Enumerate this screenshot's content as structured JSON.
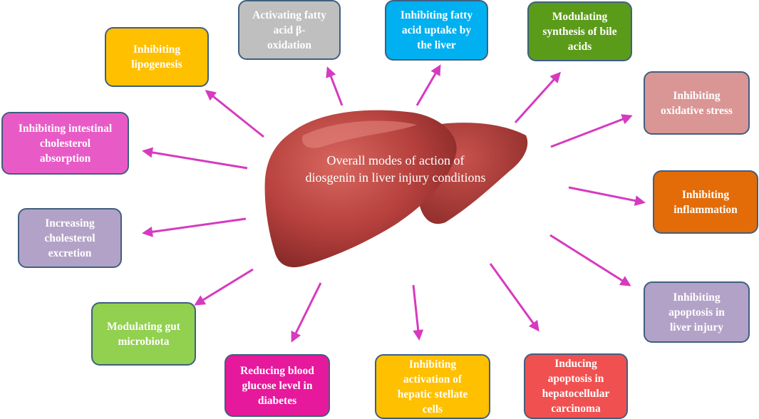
{
  "center": {
    "line1": "Overall modes of action of",
    "line2": "diosgenin in liver injury conditions"
  },
  "boxes": [
    {
      "id": "lipogenesis",
      "lines": [
        "Inhibiting",
        "lipogenesis"
      ],
      "color": "#ffc000"
    },
    {
      "id": "beta-oxidation",
      "lines": [
        "Activating fatty",
        "acid β-",
        "oxidation"
      ],
      "color": "#bfbfbf"
    },
    {
      "id": "fatty-acid-uptake",
      "lines": [
        "Inhibiting  fatty",
        "acid uptake by",
        "the liver"
      ],
      "color": "#00b0f0"
    },
    {
      "id": "bile-acids",
      "lines": [
        "Modulating",
        "synthesis of bile",
        "acids"
      ],
      "color": "#5b9b1a"
    },
    {
      "id": "oxidative-stress",
      "lines": [
        "Inhibiting",
        "oxidative stress"
      ],
      "color": "#d99694"
    },
    {
      "id": "inflammation",
      "lines": [
        "Inhibiting",
        "inflammation"
      ],
      "color": "#e36c09"
    },
    {
      "id": "apoptosis-liver-injury",
      "lines": [
        "Inhibiting",
        "apoptosis in",
        "liver injury"
      ],
      "color": "#b3a2c7"
    },
    {
      "id": "apoptosis-hcc",
      "lines": [
        "Inducing",
        "apoptosis in",
        "hepatocellular",
        "carcinoma"
      ],
      "color": "#f05050"
    },
    {
      "id": "hepatic-stellate",
      "lines": [
        "Inhibiting",
        "activation of",
        "hepatic stellate",
        "cells"
      ],
      "color": "#ffc000"
    },
    {
      "id": "blood-glucose",
      "lines": [
        "Reducing blood",
        "glucose level in",
        "diabetes"
      ],
      "color": "#e6189b"
    },
    {
      "id": "gut-microbiota",
      "lines": [
        "Modulating gut",
        "microbiota"
      ],
      "color": "#92d050"
    },
    {
      "id": "cholesterol-excretion",
      "lines": [
        "Increasing",
        "cholesterol",
        "excretion"
      ],
      "color": "#b3a2c7"
    },
    {
      "id": "intestinal-absorption",
      "lines": [
        "Inhibiting  intestinal",
        "cholesterol",
        "absorption"
      ],
      "color": "#e85bc6"
    }
  ],
  "colors": {
    "arrow": "#d63ac0",
    "liver_main": "#b5403d",
    "liver_light": "#d4625b",
    "liver_dark": "#8a2a28",
    "box_border": "#3f5f80"
  }
}
